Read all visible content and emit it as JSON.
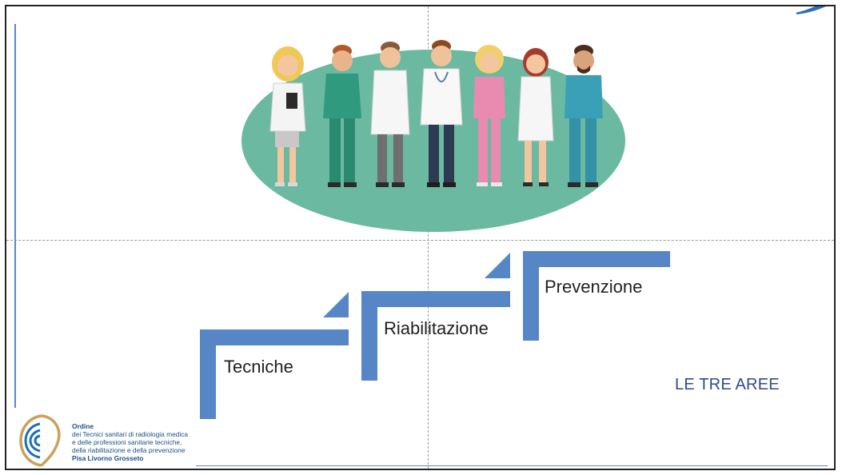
{
  "slide": {
    "heading": "LE TRE AREE",
    "steps": [
      {
        "label": "Tecniche"
      },
      {
        "label": "Riabilitazione"
      },
      {
        "label": "Prevenzione"
      }
    ]
  },
  "illustration": {
    "subject": "healthcare-professionals-group",
    "ellipse_color": "#6bb9a0"
  },
  "logo": {
    "title": "Ordine",
    "lines": [
      "dei Tecnici sanitari di radiologia medica",
      "e delle professioni sanitarie tecniche,",
      "della riabilitazione e della prevenzione"
    ],
    "location": "Pisa Livorno Grosseto"
  },
  "colors": {
    "step_blue": "#5686c6",
    "heading_blue": "#2e4a8f",
    "logo_gold": "#c9a15a"
  }
}
